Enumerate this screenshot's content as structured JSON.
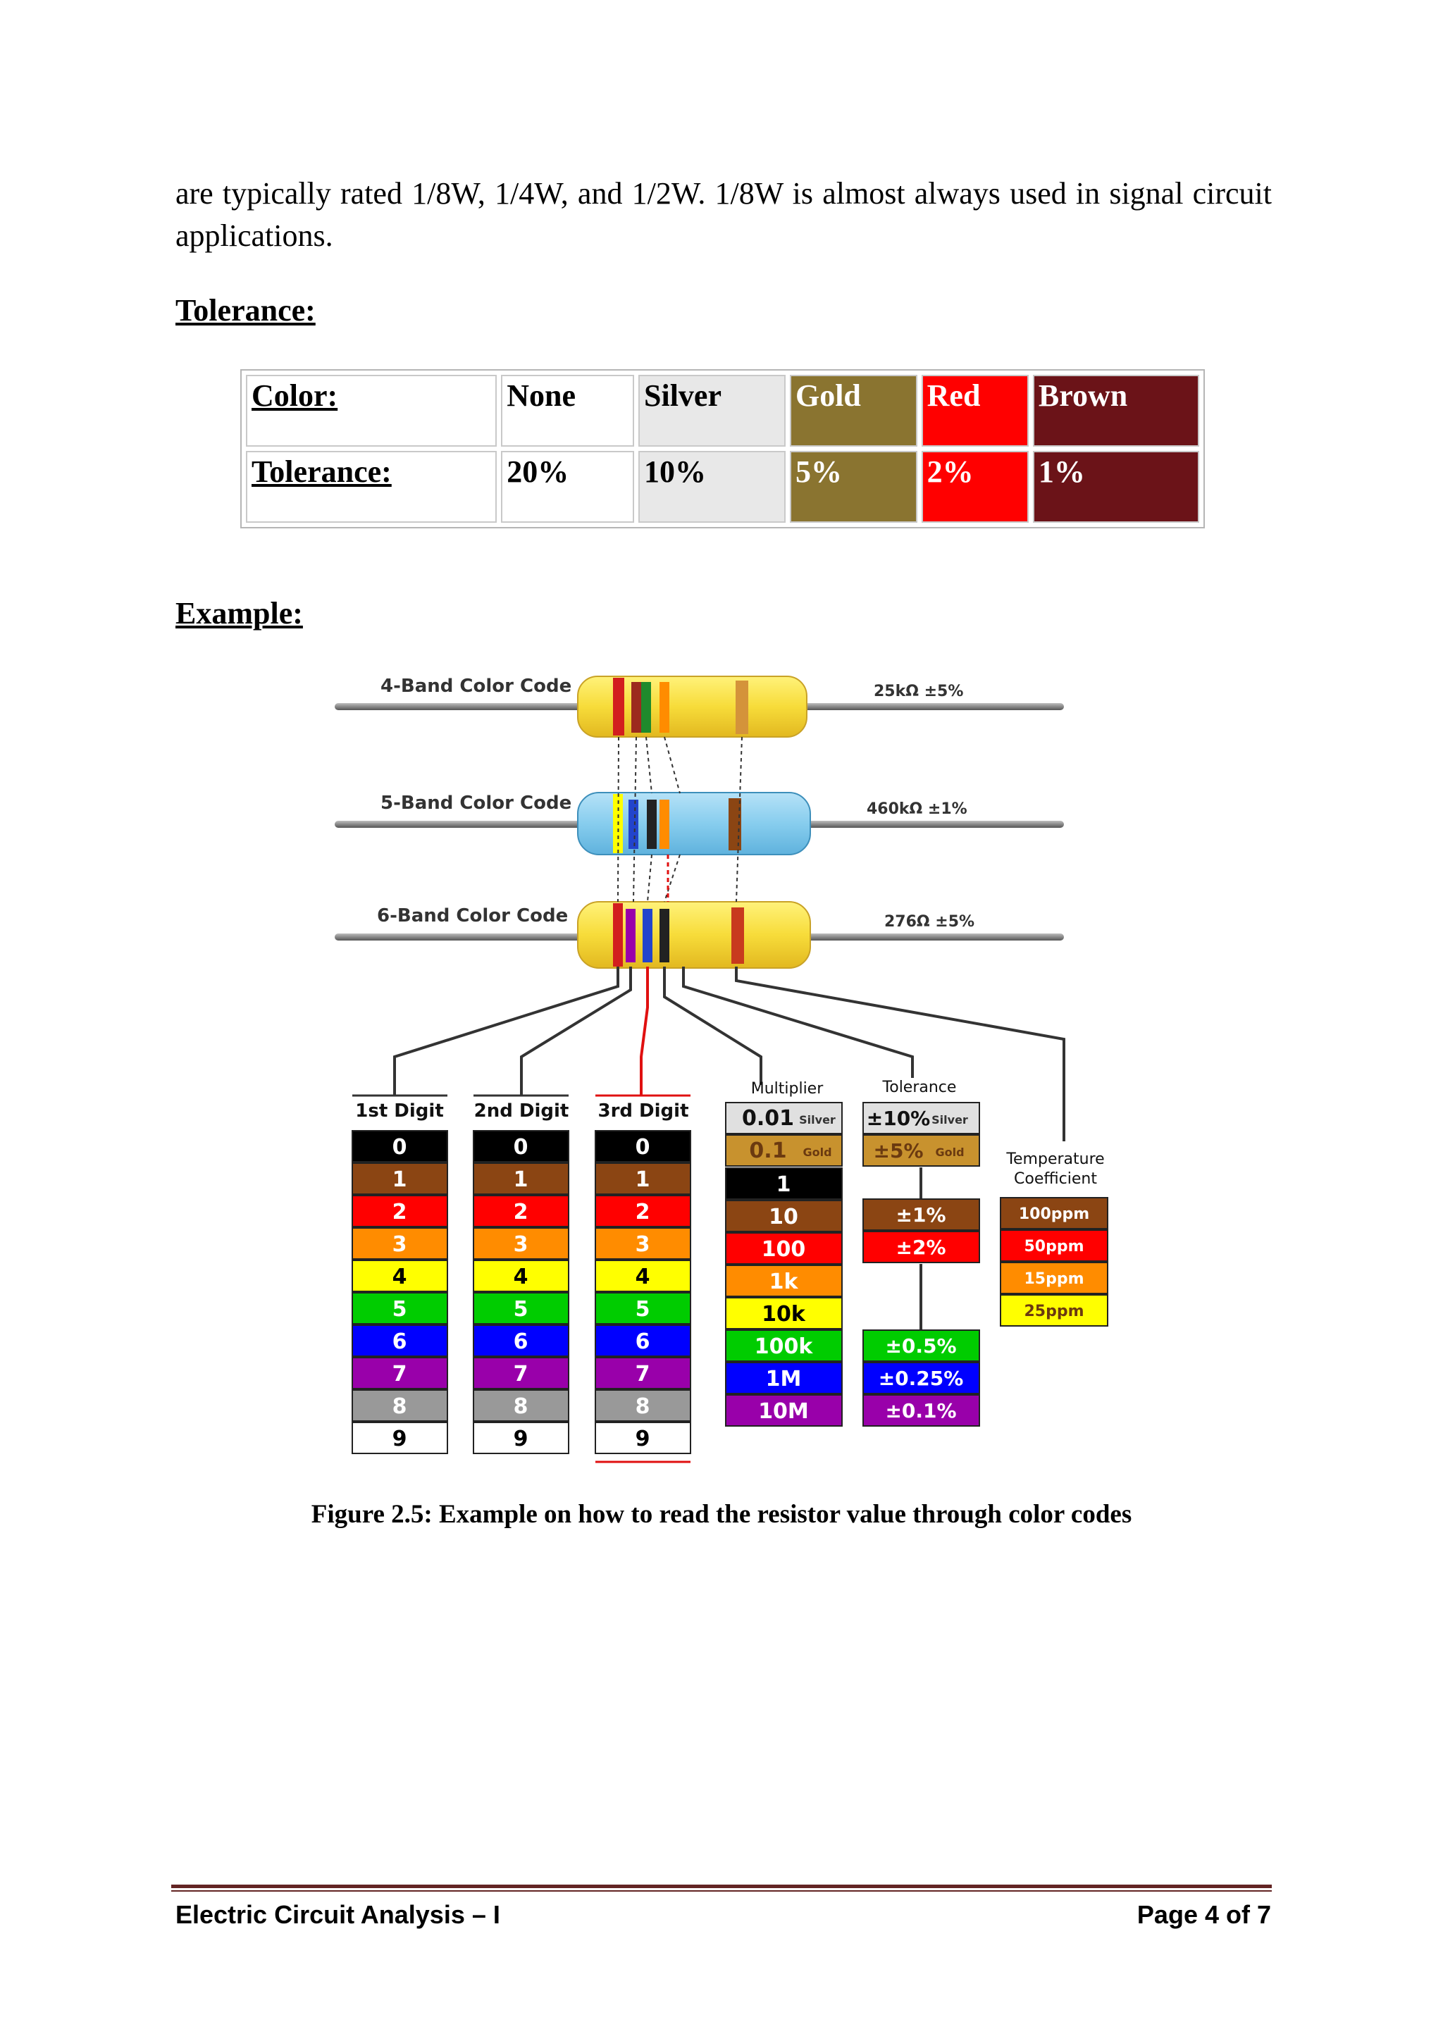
{
  "intro_text": "are typically rated 1/8W, 1/4W, and 1/2W. 1/8W is almost always used in signal circuit applications.",
  "tolerance_heading": "Tolerance:",
  "tolerance_table": {
    "color_label": "Color:",
    "tolerance_label": "Tolerance:",
    "colors": [
      "None",
      "Silver",
      "Gold",
      "Red",
      "Brown"
    ],
    "tolerances": [
      "20%",
      "10%",
      "5%",
      "2%",
      "1%"
    ],
    "cell_colors": [
      "#ffffff",
      "#e8e8e8",
      "#8a7430",
      "#ff0000",
      "#6b1318"
    ]
  },
  "example_heading": "Example:",
  "figure": {
    "band_labels": [
      "4-Band Color Code",
      "5-Band Color Code",
      "6-Band Color Code"
    ],
    "values": [
      "25kΩ ±5%",
      "460kΩ ±1%",
      "276Ω ±5%"
    ],
    "digit_headers": [
      "1st Digit",
      "2nd Digit",
      "3rd Digit"
    ],
    "digits": [
      "0",
      "1",
      "2",
      "3",
      "4",
      "5",
      "6",
      "7",
      "8",
      "9"
    ],
    "digit_colors": [
      "#000000",
      "#8b4513",
      "#ff0000",
      "#ff8c00",
      "#ffff00",
      "#00cc00",
      "#0000ff",
      "#9900aa",
      "#999999",
      "#ffffff"
    ],
    "multiplier_header": "Multiplier",
    "multiplier_top": [
      {
        "value": "0.01",
        "tag": "Silver",
        "color": "#e0e0e0"
      },
      {
        "value": "0.1",
        "tag": "Gold",
        "color": "#c8922e"
      }
    ],
    "multipliers": [
      "1",
      "10",
      "100",
      "1k",
      "10k",
      "100k",
      "1M",
      "10M"
    ],
    "tolerance_header": "Tolerance",
    "tolerance_top": [
      {
        "value": "±10%",
        "tag": "Silver",
        "color": "#e0e0e0"
      },
      {
        "value": "±5%",
        "tag": "Gold",
        "color": "#c8922e"
      }
    ],
    "tolerance_mid": [
      {
        "value": "±1%",
        "color": "#8b4513"
      },
      {
        "value": "±2%",
        "color": "#ff0000"
      }
    ],
    "tolerance_low": [
      {
        "value": "±0.5%",
        "color": "#00cc00"
      },
      {
        "value": "±0.25%",
        "color": "#0000ff"
      },
      {
        "value": "±0.1%",
        "color": "#9900aa"
      }
    ],
    "temp_header_1": "Temperature",
    "temp_header_2": "Coefficient",
    "temp_values": [
      {
        "value": "100ppm",
        "color": "#8b4513"
      },
      {
        "value": "50ppm",
        "color": "#ff0000"
      },
      {
        "value": "15ppm",
        "color": "#ff8c00"
      },
      {
        "value": "25ppm",
        "color": "#ffff00"
      }
    ]
  },
  "caption": "Figure 2.5: Example on how to read the resistor value through color codes",
  "footer": {
    "left": "Electric Circuit Analysis – I",
    "right": "Page 4 of 7"
  }
}
